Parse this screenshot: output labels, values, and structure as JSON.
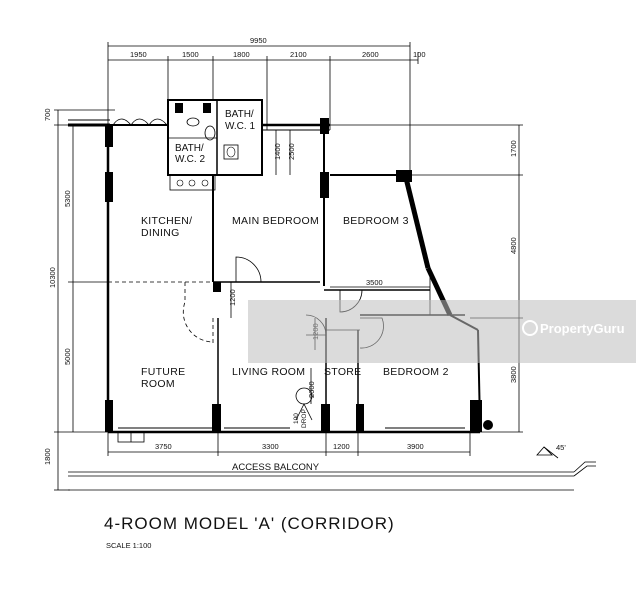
{
  "title": "4-ROOM MODEL 'A' (CORRIDOR)",
  "scale": "SCALE 1:100",
  "rooms": {
    "kitchen_line1": "KITCHEN/",
    "kitchen_line2": "DINING",
    "main_bedroom": "MAIN BEDROOM",
    "bedroom3": "BEDROOM 3",
    "bath1_line1": "BATH/",
    "bath1_line2": "W.C. 1",
    "bath2_line1": "BATH/",
    "bath2_line2": "W.C. 2",
    "future_line1": "FUTURE",
    "future_line2": "ROOM",
    "living_room": "LIVING ROOM",
    "store": "STORE",
    "bedroom2": "BEDROOM 2",
    "access_balcony": "ACCESS BALCONY",
    "refuse_chute": "100",
    "refuse_label": "DROP"
  },
  "dimensions": {
    "top_total": "9950",
    "top_extra": "100",
    "top": [
      "1950",
      "1500",
      "1800",
      "2100",
      "2600"
    ],
    "bottom": [
      "3750",
      "3300",
      "1200",
      "3900"
    ],
    "left_total": "10300",
    "left": [
      "700",
      "5300",
      "5000",
      "1800"
    ],
    "right": [
      "1700",
      "4800",
      "3800"
    ],
    "inner": {
      "bath_v1": "1400",
      "bath_v2": "2500",
      "bed3_width": "3500",
      "liv_v": "1200",
      "store_v": "1200",
      "refuse_v": "2600",
      "angle": "45'"
    }
  },
  "watermark": "PropertyGuru"
}
